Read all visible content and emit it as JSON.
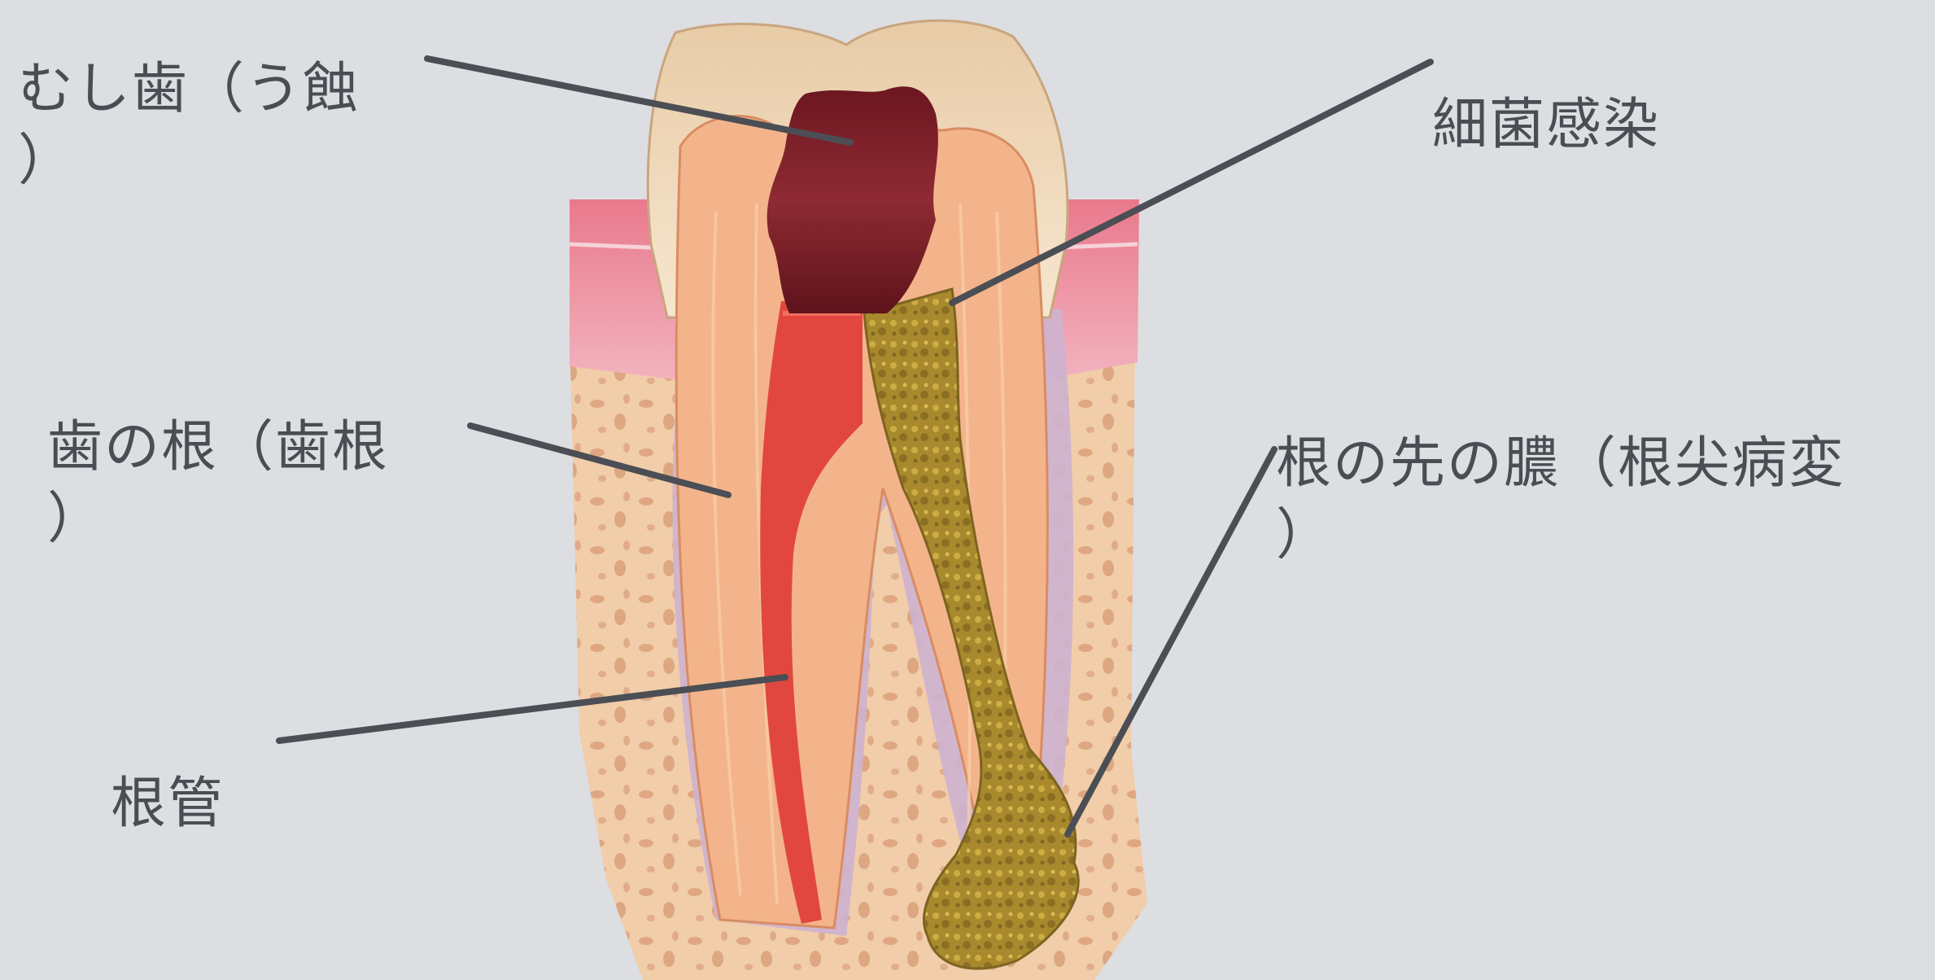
{
  "labels": {
    "caries": {
      "line1": "むし歯（う蝕",
      "line2": "）"
    },
    "bacteria": "細菌感染",
    "root": {
      "line1": "歯の根（歯根",
      "line2": "）"
    },
    "canal": "根管",
    "lesion": {
      "line1": "根の先の膿（根尖病変",
      "line2": "）"
    }
  },
  "colors": {
    "background": "#dcdee1",
    "label_text": "#4a4d53",
    "leader_line": "#4b4e54",
    "enamel": "#f1dcc0",
    "dentin": "#f3b78f",
    "pulp": "#e2473f",
    "caries": "#7a1d24",
    "infection": "#a98a2c",
    "gum": "#e98a9a",
    "bone": "#f0c9a6"
  }
}
